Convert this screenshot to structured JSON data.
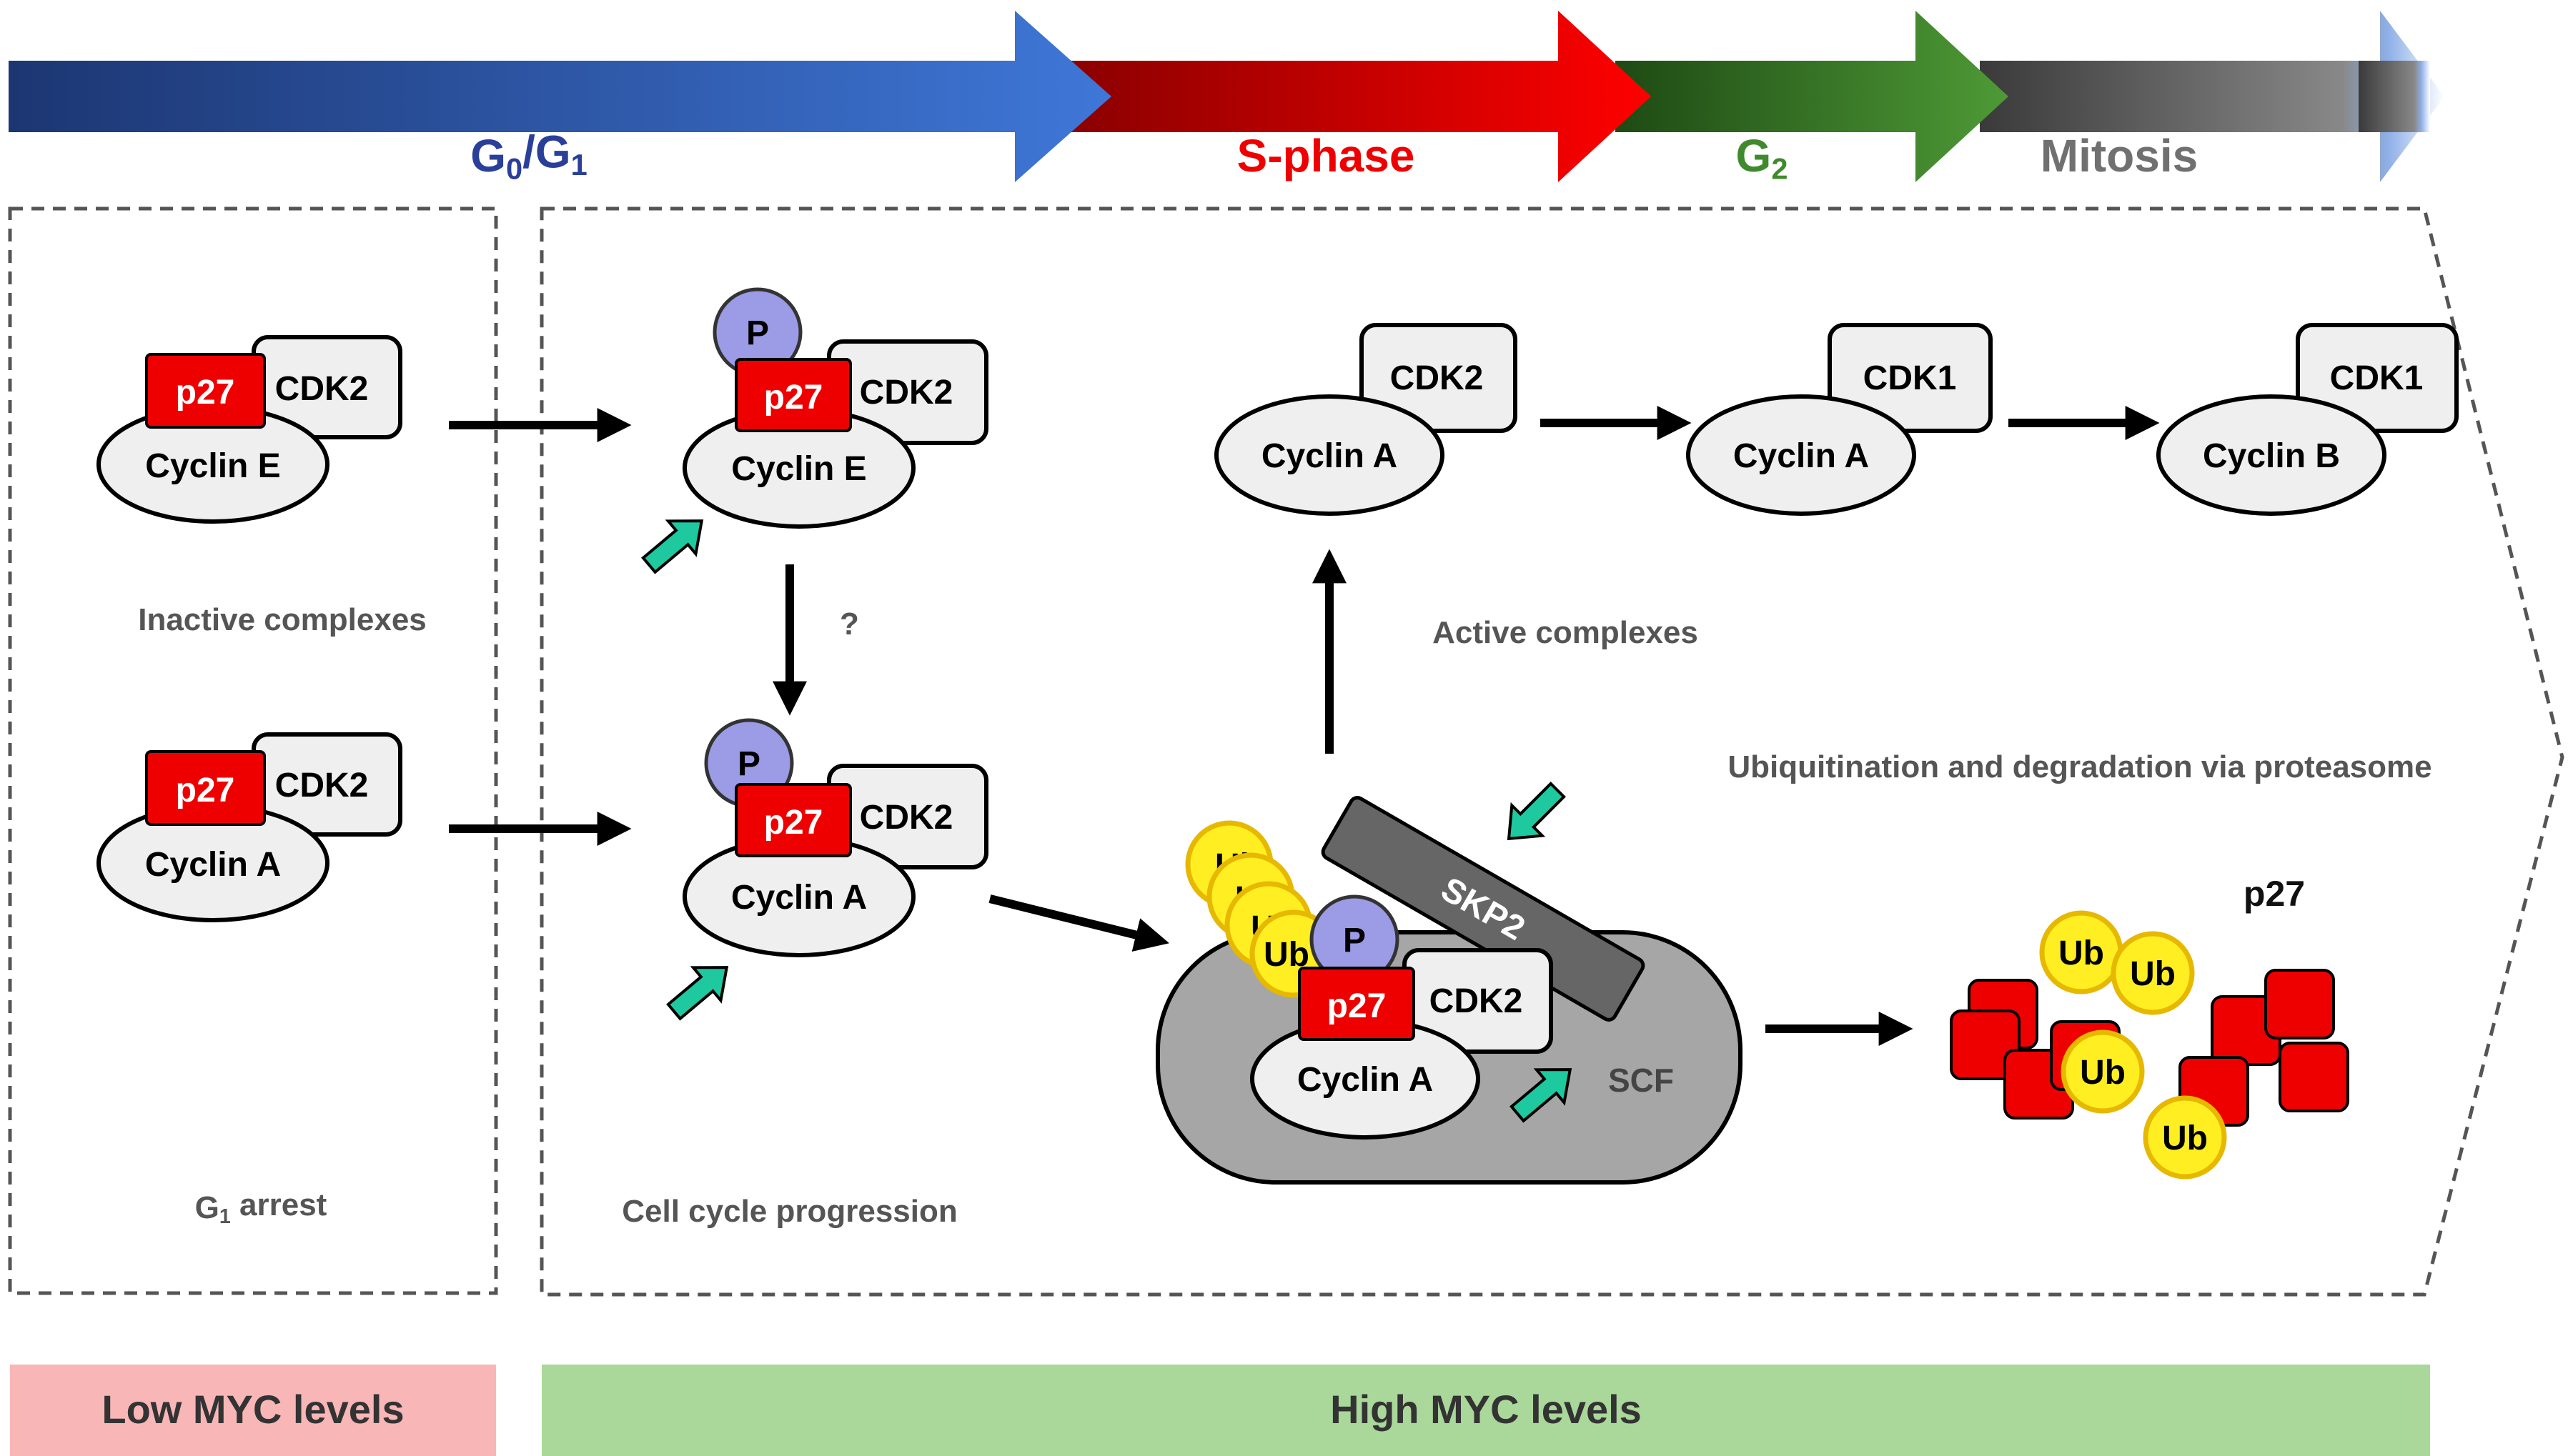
{
  "phases": {
    "g0g1": "G0/G1",
    "s": "S-phase",
    "g2": "G2",
    "mitosis": "Mitosis"
  },
  "labels": {
    "p27": "p27",
    "cdk2": "CDK2",
    "cdk1": "CDK1",
    "cyclin_e": "Cyclin E",
    "cyclin_a": "Cyclin A",
    "cyclin_b": "Cyclin B",
    "p": "P",
    "ub": "Ub",
    "skp2": "SKP2",
    "scf": "SCF",
    "question": "?"
  },
  "notes": {
    "inactive": "Inactive complexes",
    "active": "Active complexes",
    "ubiquitination": "Ubiquitination and degradation via proteasome",
    "p27_free": "p27",
    "g1_arrest": "G1 arrest",
    "progression": "Cell cycle progression"
  },
  "bottom": {
    "low": "Low MYC levels",
    "high": "High MYC levels"
  },
  "colors": {
    "g1": "#2a4e9a",
    "s": "#ee0000",
    "g2": "#3f8a2c",
    "mitosis": "#707070",
    "p27": "#ee0000",
    "ub": "#ffee22",
    "phospho": "#9b9be6",
    "low_bg": "#f9b6b6",
    "high_bg": "#a9d89a"
  }
}
